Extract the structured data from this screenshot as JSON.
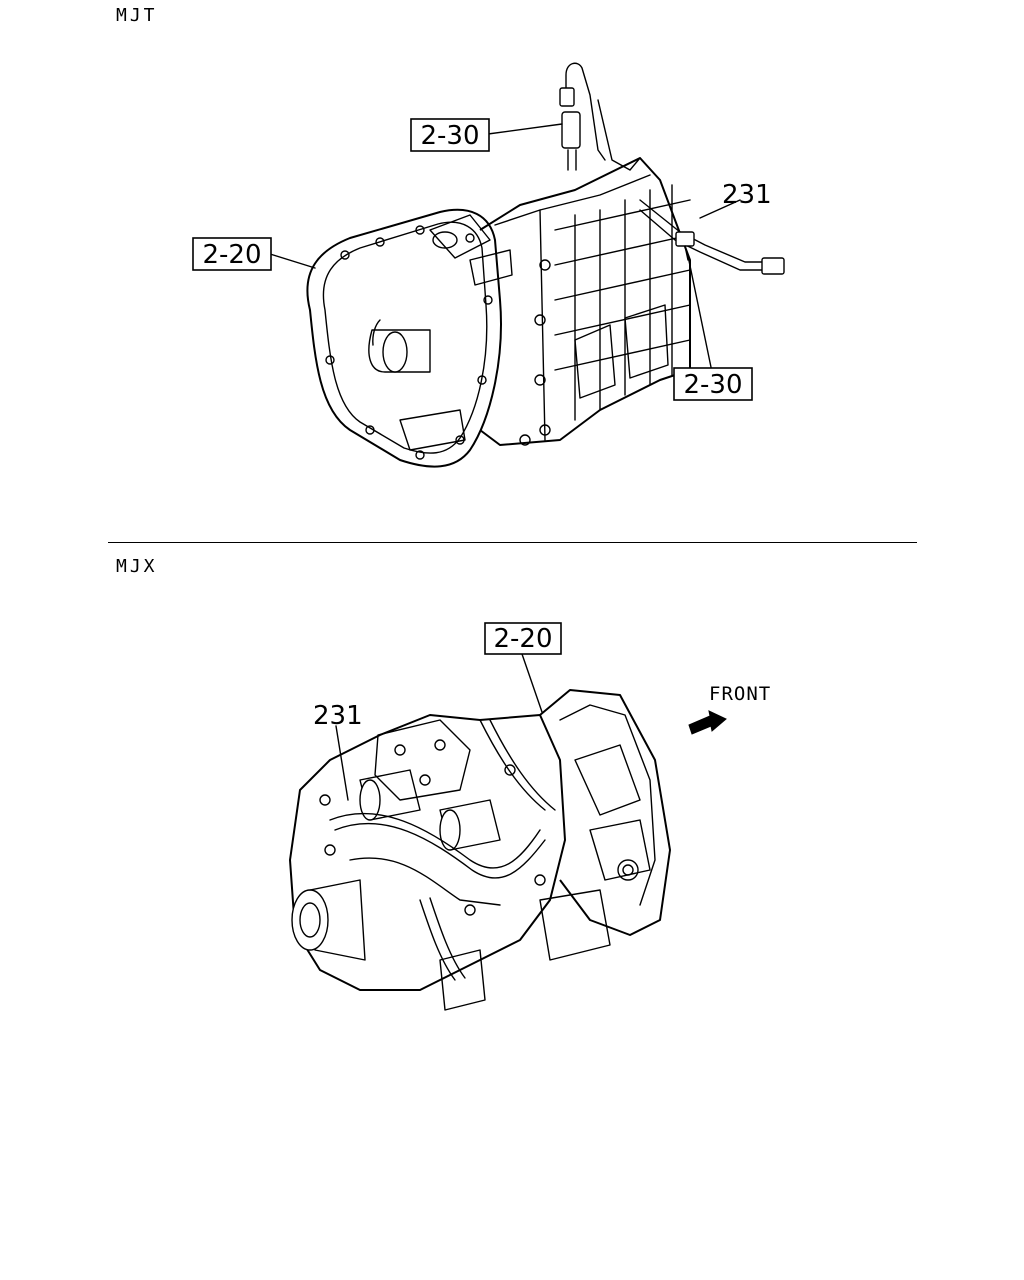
{
  "sections": {
    "top": {
      "label": "MJT"
    },
    "bottom": {
      "label": "MJX"
    }
  },
  "callouts": {
    "top_2_30_upper": "2-30",
    "top_2_20": "2-20",
    "top_231": "231",
    "top_2_30_lower": "2-30",
    "bottom_2_20": "2-20",
    "bottom_231": "231"
  },
  "front_indicator": {
    "label": "FRONT"
  }
}
